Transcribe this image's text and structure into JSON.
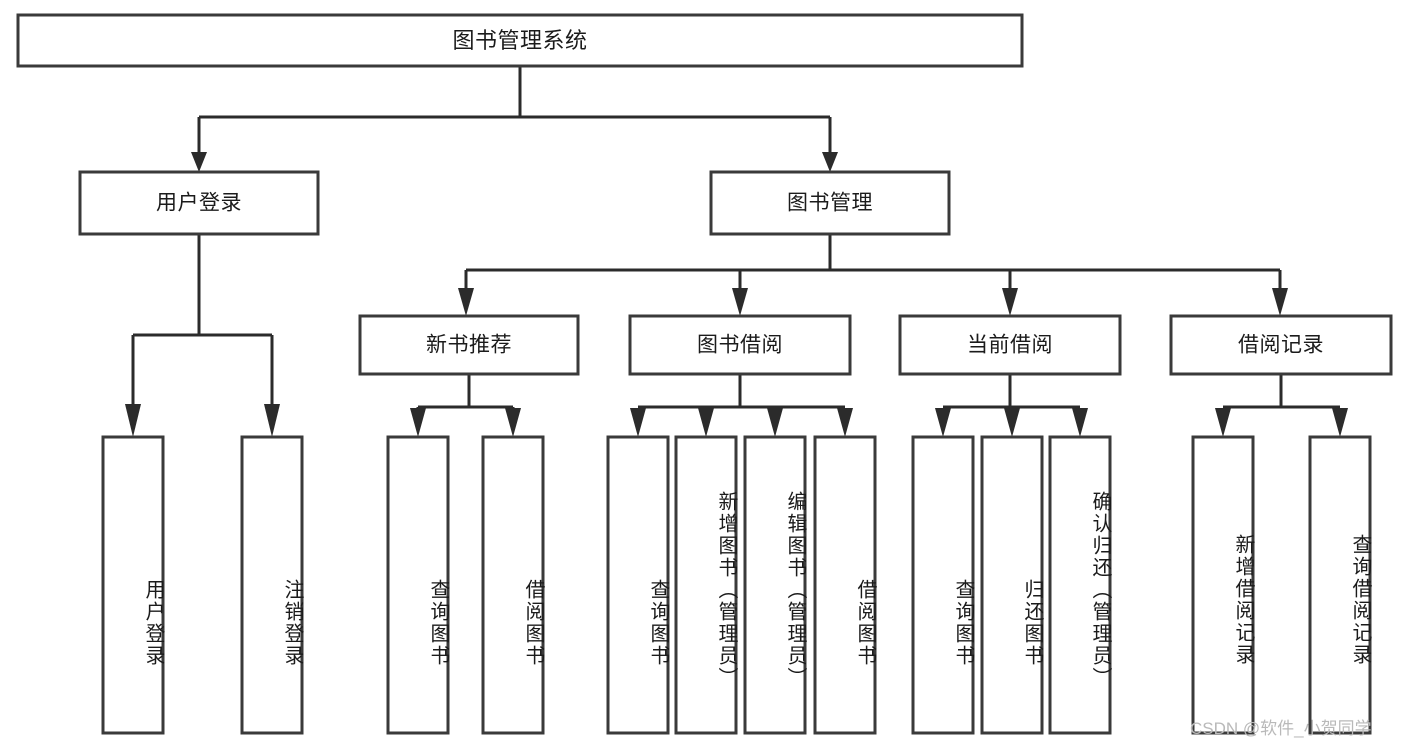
{
  "diagram": {
    "title": "图书管理系统",
    "type": "hierarchy-tree",
    "watermark": "CSDN @软件_小贺同学",
    "colors": {
      "box_stroke": "#3a3a3a",
      "connector": "#2b2b2b",
      "background": "#ffffff",
      "text": "#1b1b1b",
      "watermark": "#b9b9b9"
    },
    "root": {
      "label": "图书管理系统"
    },
    "level2": [
      {
        "label": "用户登录"
      },
      {
        "label": "图书管理"
      }
    ],
    "level3": [
      {
        "label": "新书推荐"
      },
      {
        "label": "图书借阅"
      },
      {
        "label": "当前借阅"
      },
      {
        "label": "借阅记录"
      }
    ],
    "leaves": {
      "user_login": [
        {
          "label": "用户登录"
        },
        {
          "label": "注销登录"
        }
      ],
      "new_book_recommend": [
        {
          "label": "查询图书"
        },
        {
          "label": "借阅图书"
        }
      ],
      "book_borrow": [
        {
          "label": "查询图书"
        },
        {
          "label": "新增图书（管理员）"
        },
        {
          "label": "编辑图书（管理员）"
        },
        {
          "label": "借阅图书"
        }
      ],
      "current_borrow": [
        {
          "label": "查询图书"
        },
        {
          "label": "归还图书"
        },
        {
          "label": "确认归还（管理员）"
        }
      ],
      "borrow_record": [
        {
          "label": "新增借阅记录"
        },
        {
          "label": "查询借阅记录"
        }
      ]
    }
  }
}
